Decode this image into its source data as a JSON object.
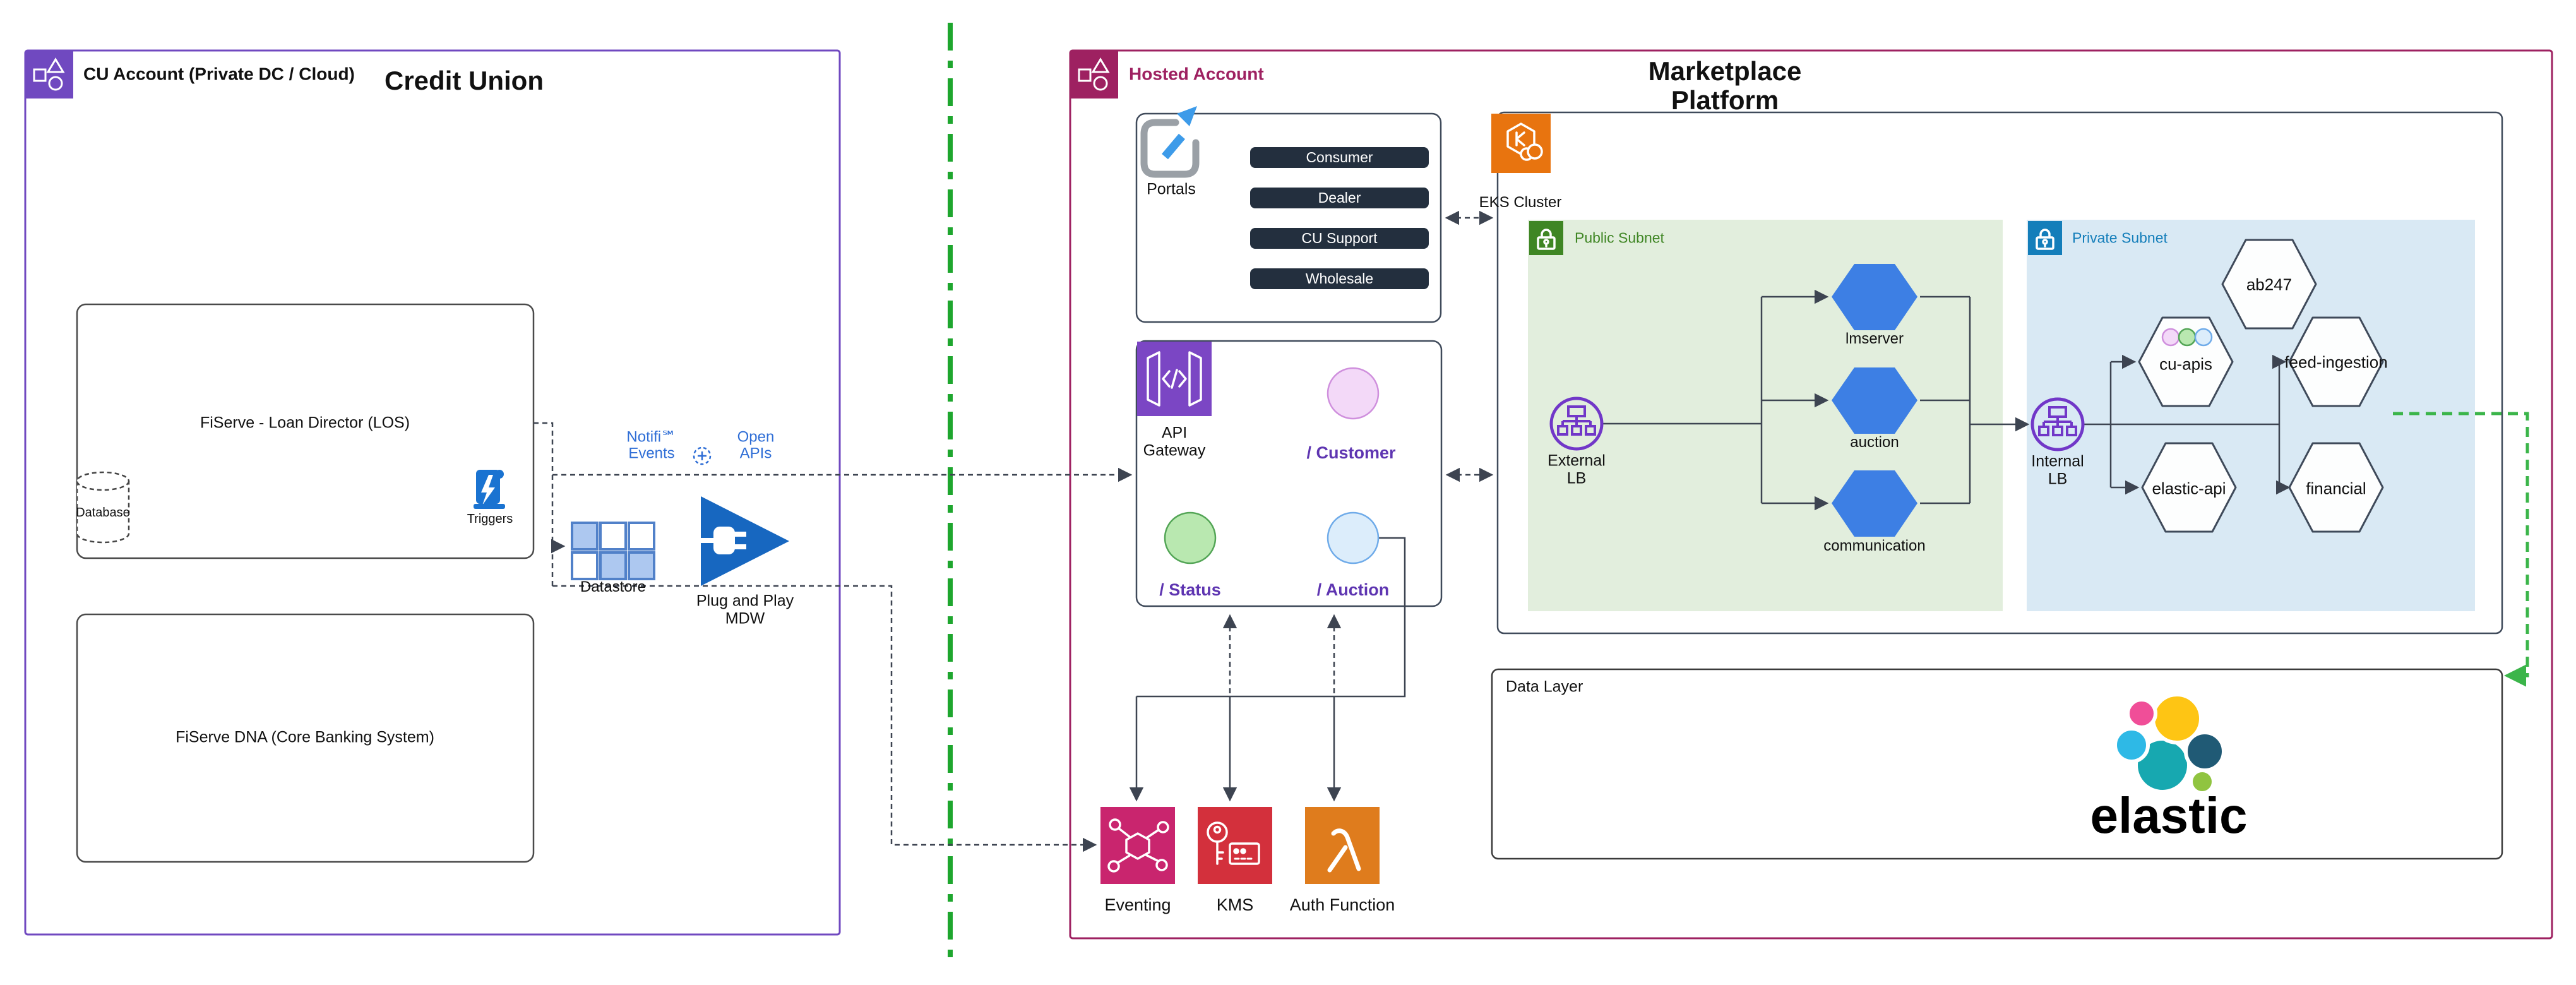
{
  "cu_account": {
    "header_label": "CU Account (Private DC / Cloud)",
    "title": "Credit Union",
    "los_label": "FiServe - Loan Director (LOS)",
    "database_label": "Database",
    "triggers_label": "Triggers",
    "dna_label": "FiServe DNA (Core Banking System)"
  },
  "middleware": {
    "notifi_line1": "Notifi℠",
    "notifi_line2": "Events",
    "openapis_line1": "Open",
    "openapis_line2": "APIs",
    "datastore_label": "Datastore",
    "mdw_line1": "Plug and Play",
    "mdw_line2": "MDW"
  },
  "hosted_account": {
    "header_label": "Hosted Account",
    "title_line1": "Marketplace",
    "title_line2": "Platform",
    "portals": {
      "label": "Portals",
      "buttons": [
        "Consumer",
        "Dealer",
        "CU Support",
        "Wholesale"
      ]
    },
    "api_gateway": {
      "label_line1": "API",
      "label_line2": "Gateway",
      "endpoints": [
        {
          "label": "/ Customer",
          "fill": "#f3d9f8",
          "stroke": "#cf8fdd"
        },
        {
          "label": "/ Status",
          "fill": "#b9e8b0",
          "stroke": "#53a556"
        },
        {
          "label": "/ Auction",
          "fill": "#dcedfb",
          "stroke": "#6fabe9"
        }
      ]
    },
    "eks": {
      "label": "EKS Cluster"
    },
    "public_subnet": {
      "label": "Public Subnet",
      "lb_line1": "External",
      "lb_line2": "LB",
      "services": [
        "lmserver",
        "auction",
        "communication"
      ]
    },
    "private_subnet": {
      "label": "Private Subnet",
      "lb_line1": "Internal",
      "lb_line2": "LB",
      "services": [
        "cu-apis",
        "ab247",
        "feed-ingestion",
        "elastic-api",
        "financial"
      ]
    },
    "data_layer": {
      "label": "Data Layer",
      "elastic_wordmark": "elastic"
    },
    "security_services": [
      {
        "label": "Eventing"
      },
      {
        "label": "KMS"
      },
      {
        "label": "Auth Function"
      }
    ]
  },
  "colors": {
    "cu_border": "#7049c0",
    "hosted_border": "#9e2161",
    "divider_green": "#1ea62e",
    "eks_orange": "#e8740f",
    "api_gateway_purple": "#7b46c4",
    "public_subnet_bg": "#e2eedd",
    "public_subnet_accent": "#3F8624",
    "private_subnet_bg": "#d9e9f4",
    "private_subnet_accent": "#147EBA",
    "service_hexagon_blue": "#3d7fe4",
    "load_balancer_purple": "#7137c8",
    "endpoint_label_violet": "#5e35b1",
    "link_text_blue": "#2f6ed6",
    "dark_button": "#232f3e",
    "eventing_pink": "#c9256e",
    "kms_red": "#d3303c",
    "lambda_orange": "#df7c1d",
    "triggers_blue": "#1a73d1",
    "mdw_triangle_blue": "#1767c0",
    "elastic_palette": [
      "#f04e98",
      "#fec514",
      "#2eb9e6",
      "#17a8b0",
      "#205a75",
      "#90c440"
    ]
  }
}
